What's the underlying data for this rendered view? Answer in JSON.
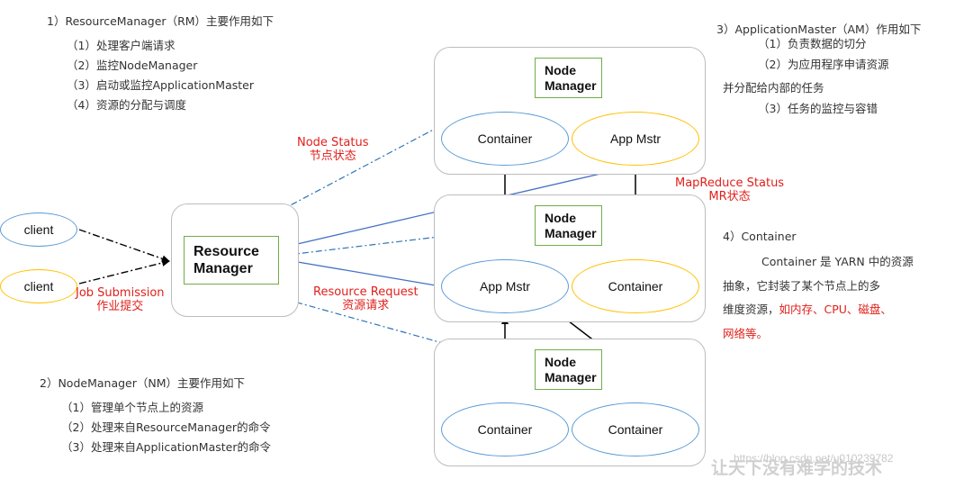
{
  "rm_section": {
    "title": "1）ResourceManager（RM）主要作用如下",
    "items": [
      "（1）处理客户端请求",
      "（2）监控NodeManager",
      "（3）启动或监控ApplicationMaster",
      "（4）资源的分配与调度"
    ]
  },
  "nm_section": {
    "title": "2）NodeManager（NM）主要作用如下",
    "items": [
      "（1）管理单个节点上的资源",
      "（2）处理来自ResourceManager的命令",
      "（3）处理来自ApplicationMaster的命令"
    ]
  },
  "am_section": {
    "title": "3）ApplicationMaster（AM）作用如下",
    "item1": "（1）负责数据的切分",
    "item2": "（2）为应用程序申请资源",
    "item2b": "并分配给内部的任务",
    "item3": "（3）任务的监控与容错"
  },
  "container_section": {
    "title": "4）Container",
    "line1": "Container 是 YARN 中的资源",
    "line2": "抽象，它封装了某个节点上的多",
    "line3_black": "维度资源，",
    "line3_red": "如内存、CPU、磁盘、",
    "line4_red": "网络等。"
  },
  "nodes": {
    "client1": "client",
    "client2": "client",
    "rm_line1": "Resource",
    "rm_line2": "Manager",
    "nm_line1": "Node",
    "nm_line2": "Manager",
    "container": "Container",
    "app_mstr": "App Mstr"
  },
  "edge_labels": {
    "node_status_en": "Node Status",
    "node_status_cn": "节点状态",
    "mr_status_en": "MapReduce Status",
    "mr_status_cn": "MR状态",
    "resource_request_en": "Resource Request",
    "resource_request_cn": "资源请求",
    "job_submission_en": "Job Submission",
    "job_submission_cn": "作业提交"
  },
  "watermark": {
    "url": "https://blog.csdn.net/u010239782",
    "brand": "让天下没有难学的技术"
  },
  "colors": {
    "blue_edge": "#4472c4",
    "dashdot_blue": "#2e75b6",
    "red_text": "#e0201b",
    "green_border": "#70ad47",
    "blue_ellipse": "#5b9bd5",
    "gold_ellipse": "#ffc000"
  }
}
